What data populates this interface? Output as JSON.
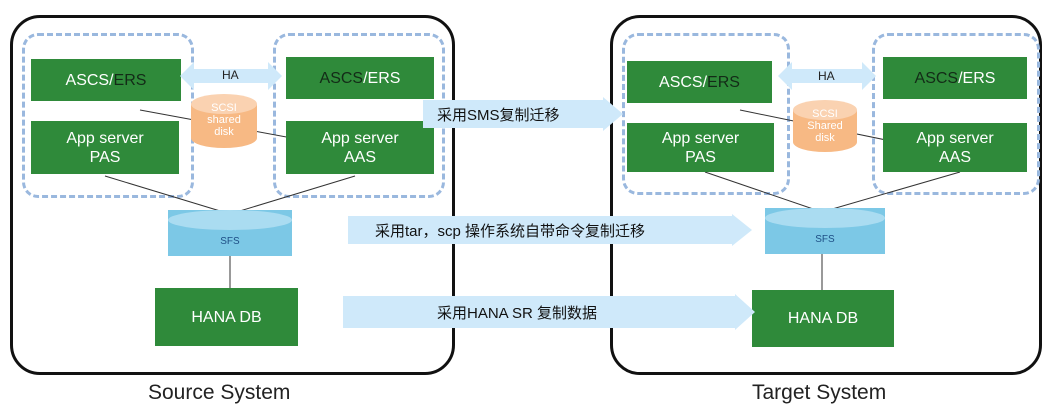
{
  "source": {
    "ascs": {
      "main": "ASCS/",
      "suffix": "ERS"
    },
    "ascs2": {
      "prefix": "ASCS",
      "rest": "/ERS"
    },
    "app1": {
      "line1": "App server",
      "line2": "PAS"
    },
    "app2": {
      "line1": "App server",
      "line2": "AAS"
    },
    "ha": "HA",
    "scsi": {
      "l1": "SCSI",
      "l2": "shared",
      "l3": "disk"
    },
    "sfs": "SFS",
    "db": "HANA DB",
    "caption": "Source System"
  },
  "target": {
    "ascs": {
      "main": "ASCS/",
      "suffix": "ERS"
    },
    "ascs2": {
      "prefix": "ASCS",
      "rest": "/ERS"
    },
    "app1": {
      "line1": "App server",
      "line2": "PAS"
    },
    "app2": {
      "line1": "App server",
      "line2": "AAS"
    },
    "ha": "HA",
    "scsi": {
      "l1": "SCSI",
      "l2": "Shared",
      "l3": "disk"
    },
    "sfs": "SFS",
    "db": "HANA DB",
    "caption": "Target System"
  },
  "migrations": {
    "sms": "采用SMS复制迁移",
    "tar": "采用tar，scp 操作系统自带命令复制迁移",
    "hana": "采用HANA SR 复制数据"
  },
  "colors": {
    "green": "#2f8a3a",
    "sfs_blue": "#7cc8e6",
    "scsi_orange": "#f7b984",
    "arrow_blue": "#cfe9fa",
    "dashed": "#9ab8de"
  }
}
